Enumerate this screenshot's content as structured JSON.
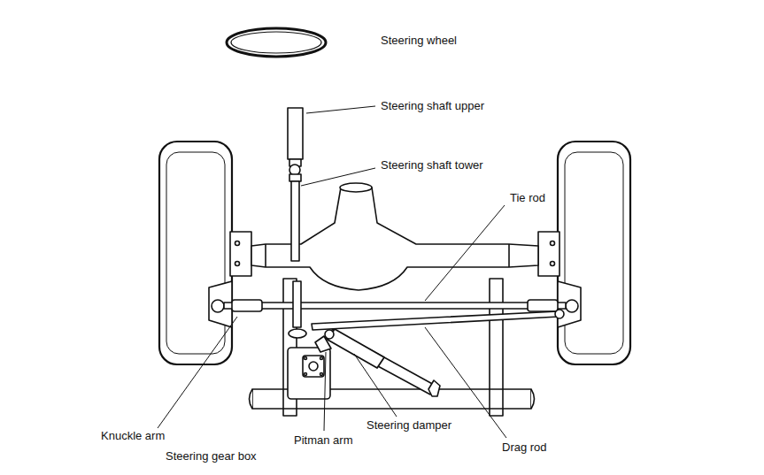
{
  "diagram": {
    "labels": [
      "Steering wheel",
      "Steering shaft upper",
      "Steering shaft tower",
      "Tie rod",
      "Knuckle arm",
      "Steering gear box",
      "Pitman arm",
      "Steering damper",
      "Drag rod"
    ]
  }
}
